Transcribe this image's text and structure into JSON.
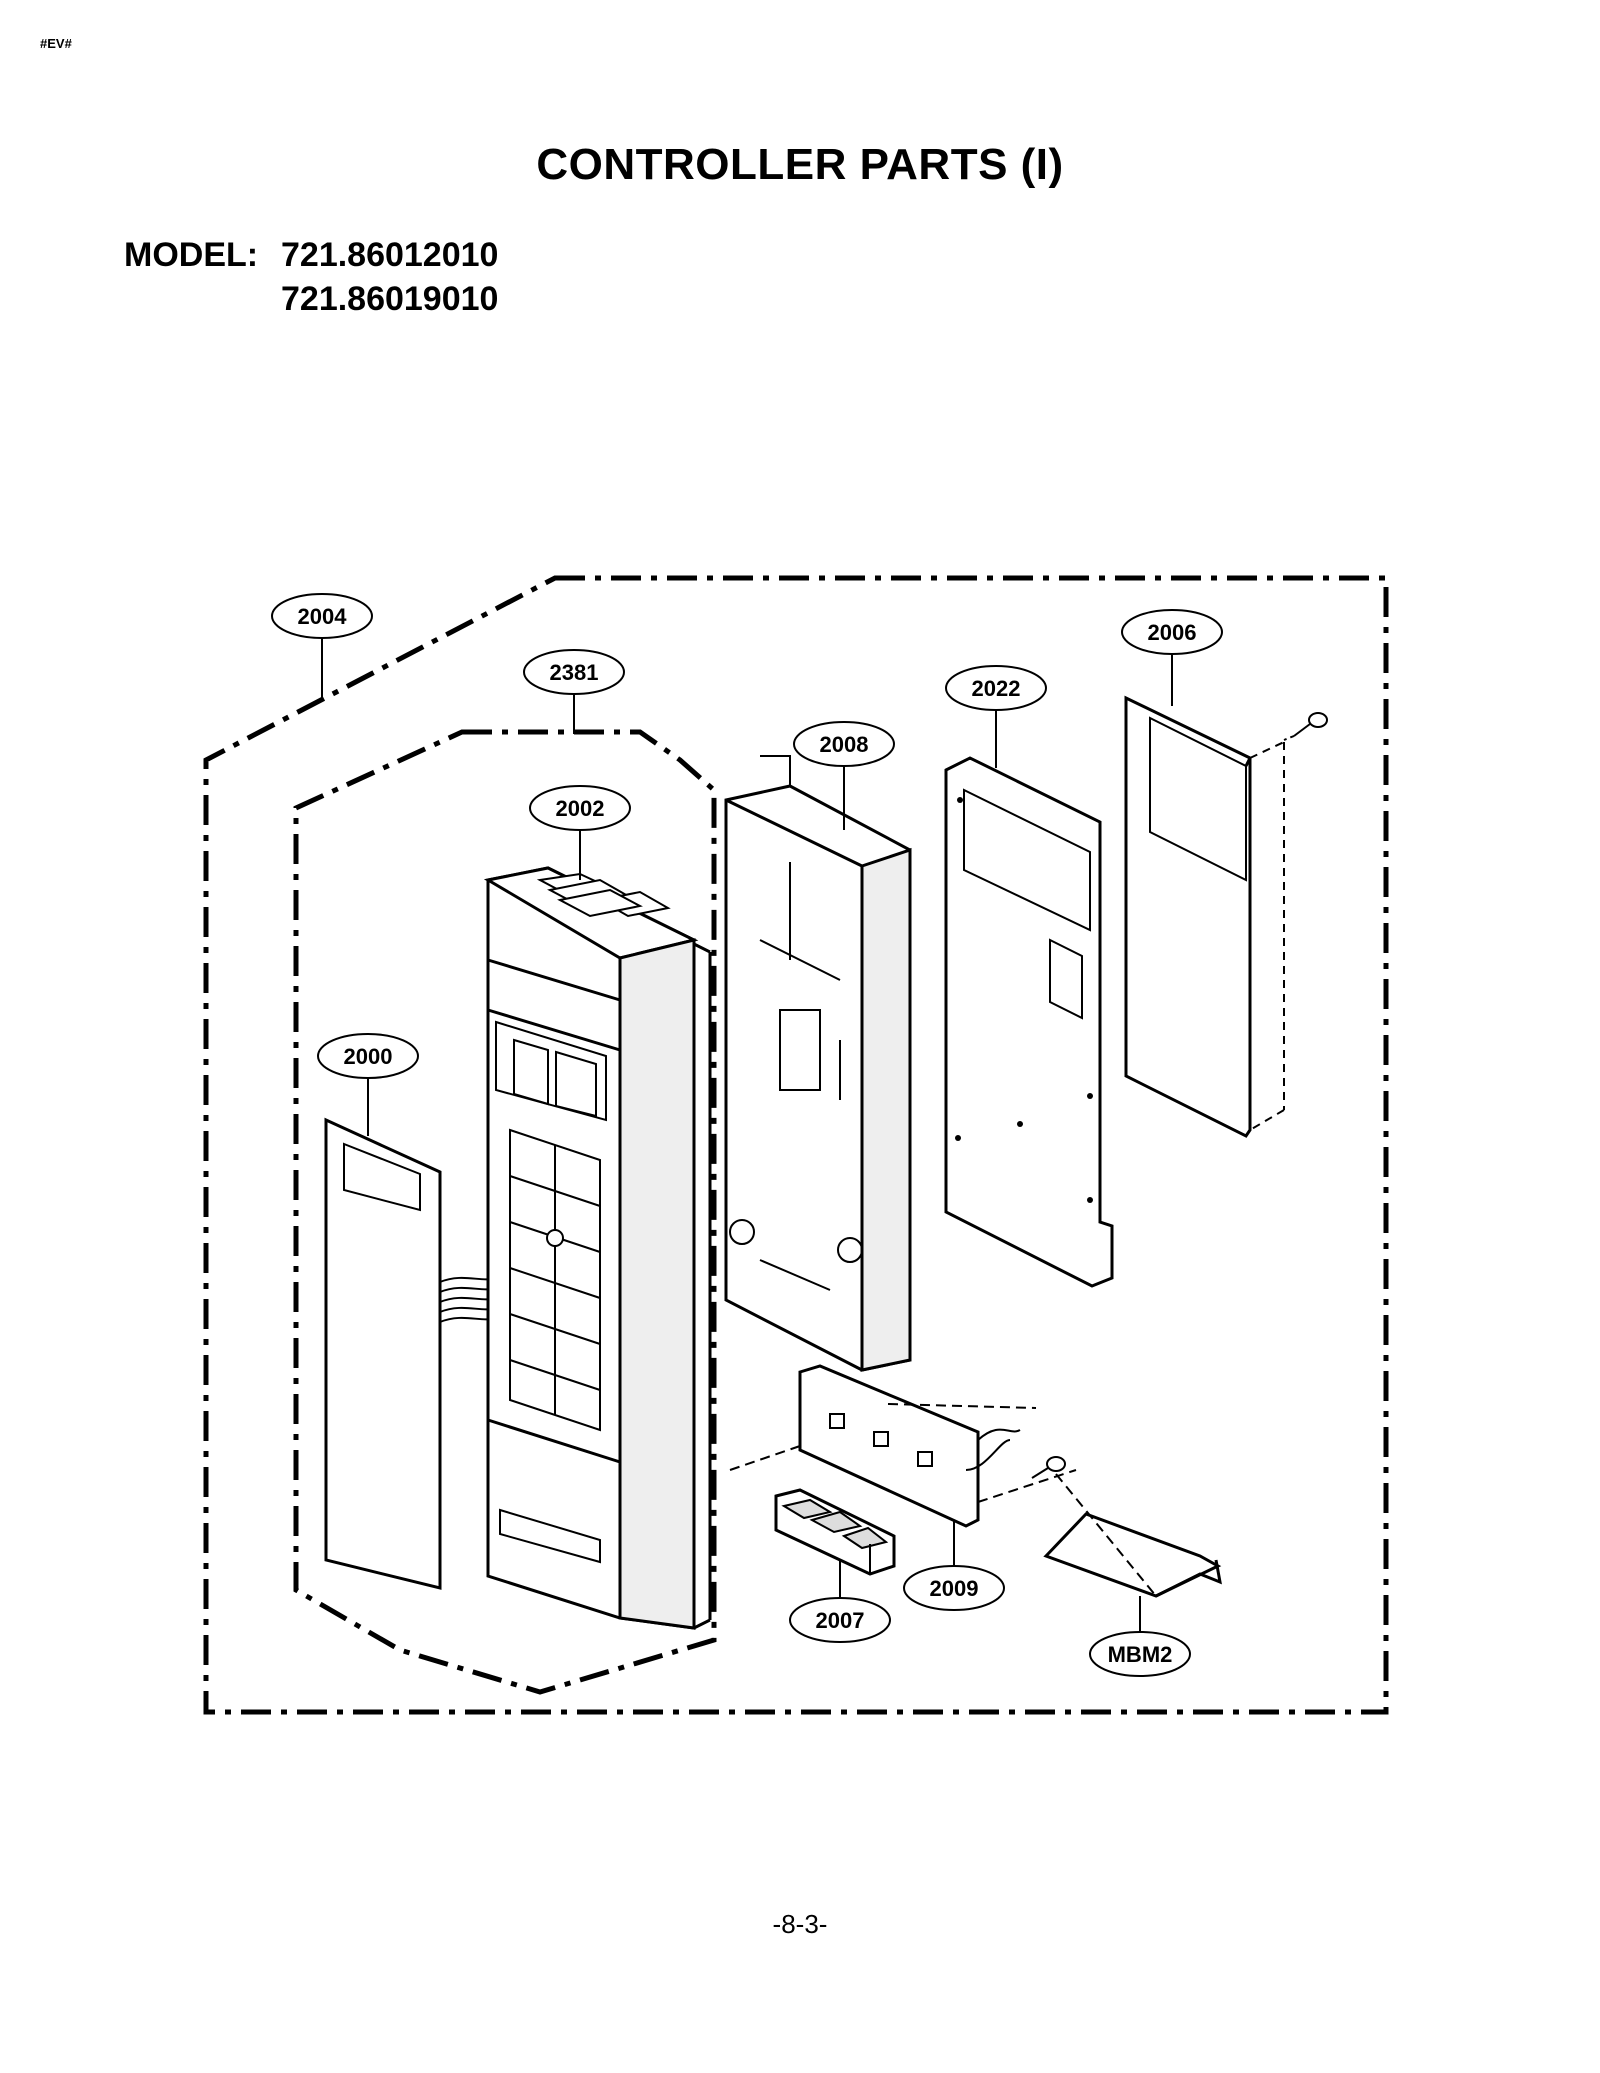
{
  "header_tag": "#EV#",
  "title": "CONTROLLER PARTS (I)",
  "model": {
    "label": "MODEL:",
    "numbers": [
      "721.86012010",
      "721.86019010"
    ]
  },
  "callouts": {
    "c2004": "2004",
    "c2381": "2381",
    "c2006": "2006",
    "c2022": "2022",
    "c2008": "2008",
    "c2002": "2002",
    "c2000": "2000",
    "c2009": "2009",
    "c2007": "2007",
    "cMBM2": "MBM2"
  },
  "page_number": "-8-3-"
}
